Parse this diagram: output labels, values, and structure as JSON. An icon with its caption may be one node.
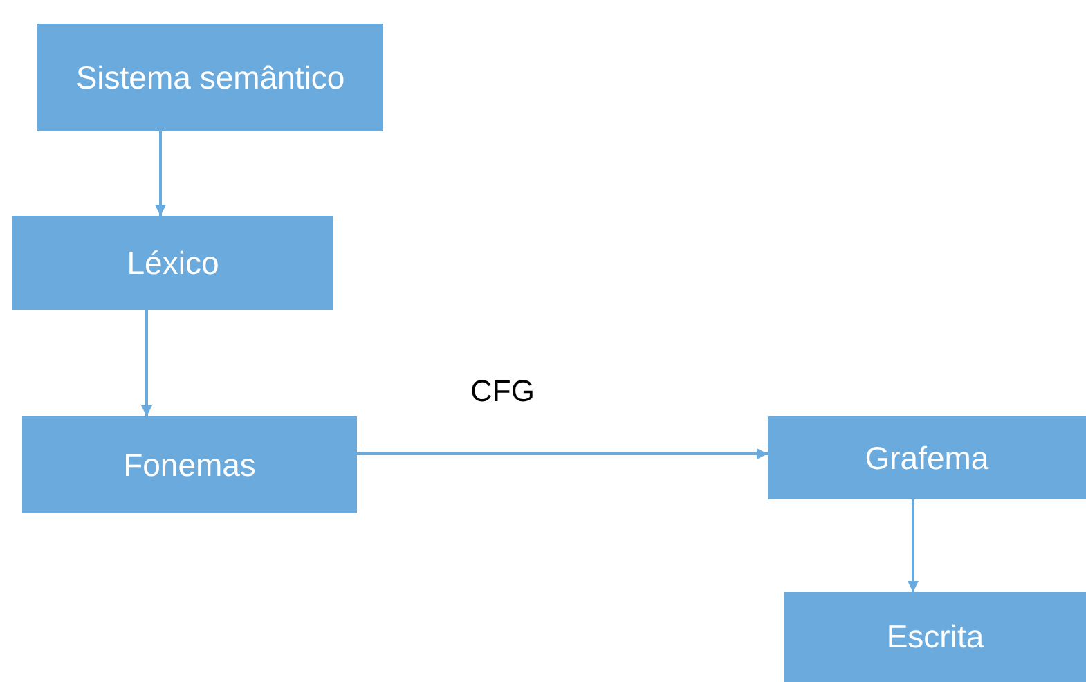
{
  "diagram": {
    "nodes": [
      {
        "text": [
          "Sistema semântico"
        ]
      },
      {
        "text": [
          "Léxico"
        ]
      },
      {
        "text": [
          "Fonemas"
        ]
      },
      {
        "text": [
          "Grafema"
        ]
      },
      {
        "text": [
          "Escrita"
        ]
      }
    ],
    "edges": [
      {
        "from": 0,
        "to": 1,
        "arrow": "to"
      },
      {
        "from": 1,
        "to": 2,
        "arrow": "to"
      },
      {
        "from": 2,
        "to": 3,
        "arrow": "to"
      },
      {
        "from": 3,
        "to": 4,
        "arrow": "to"
      }
    ],
    "labels": [
      "CFG"
    ]
  }
}
